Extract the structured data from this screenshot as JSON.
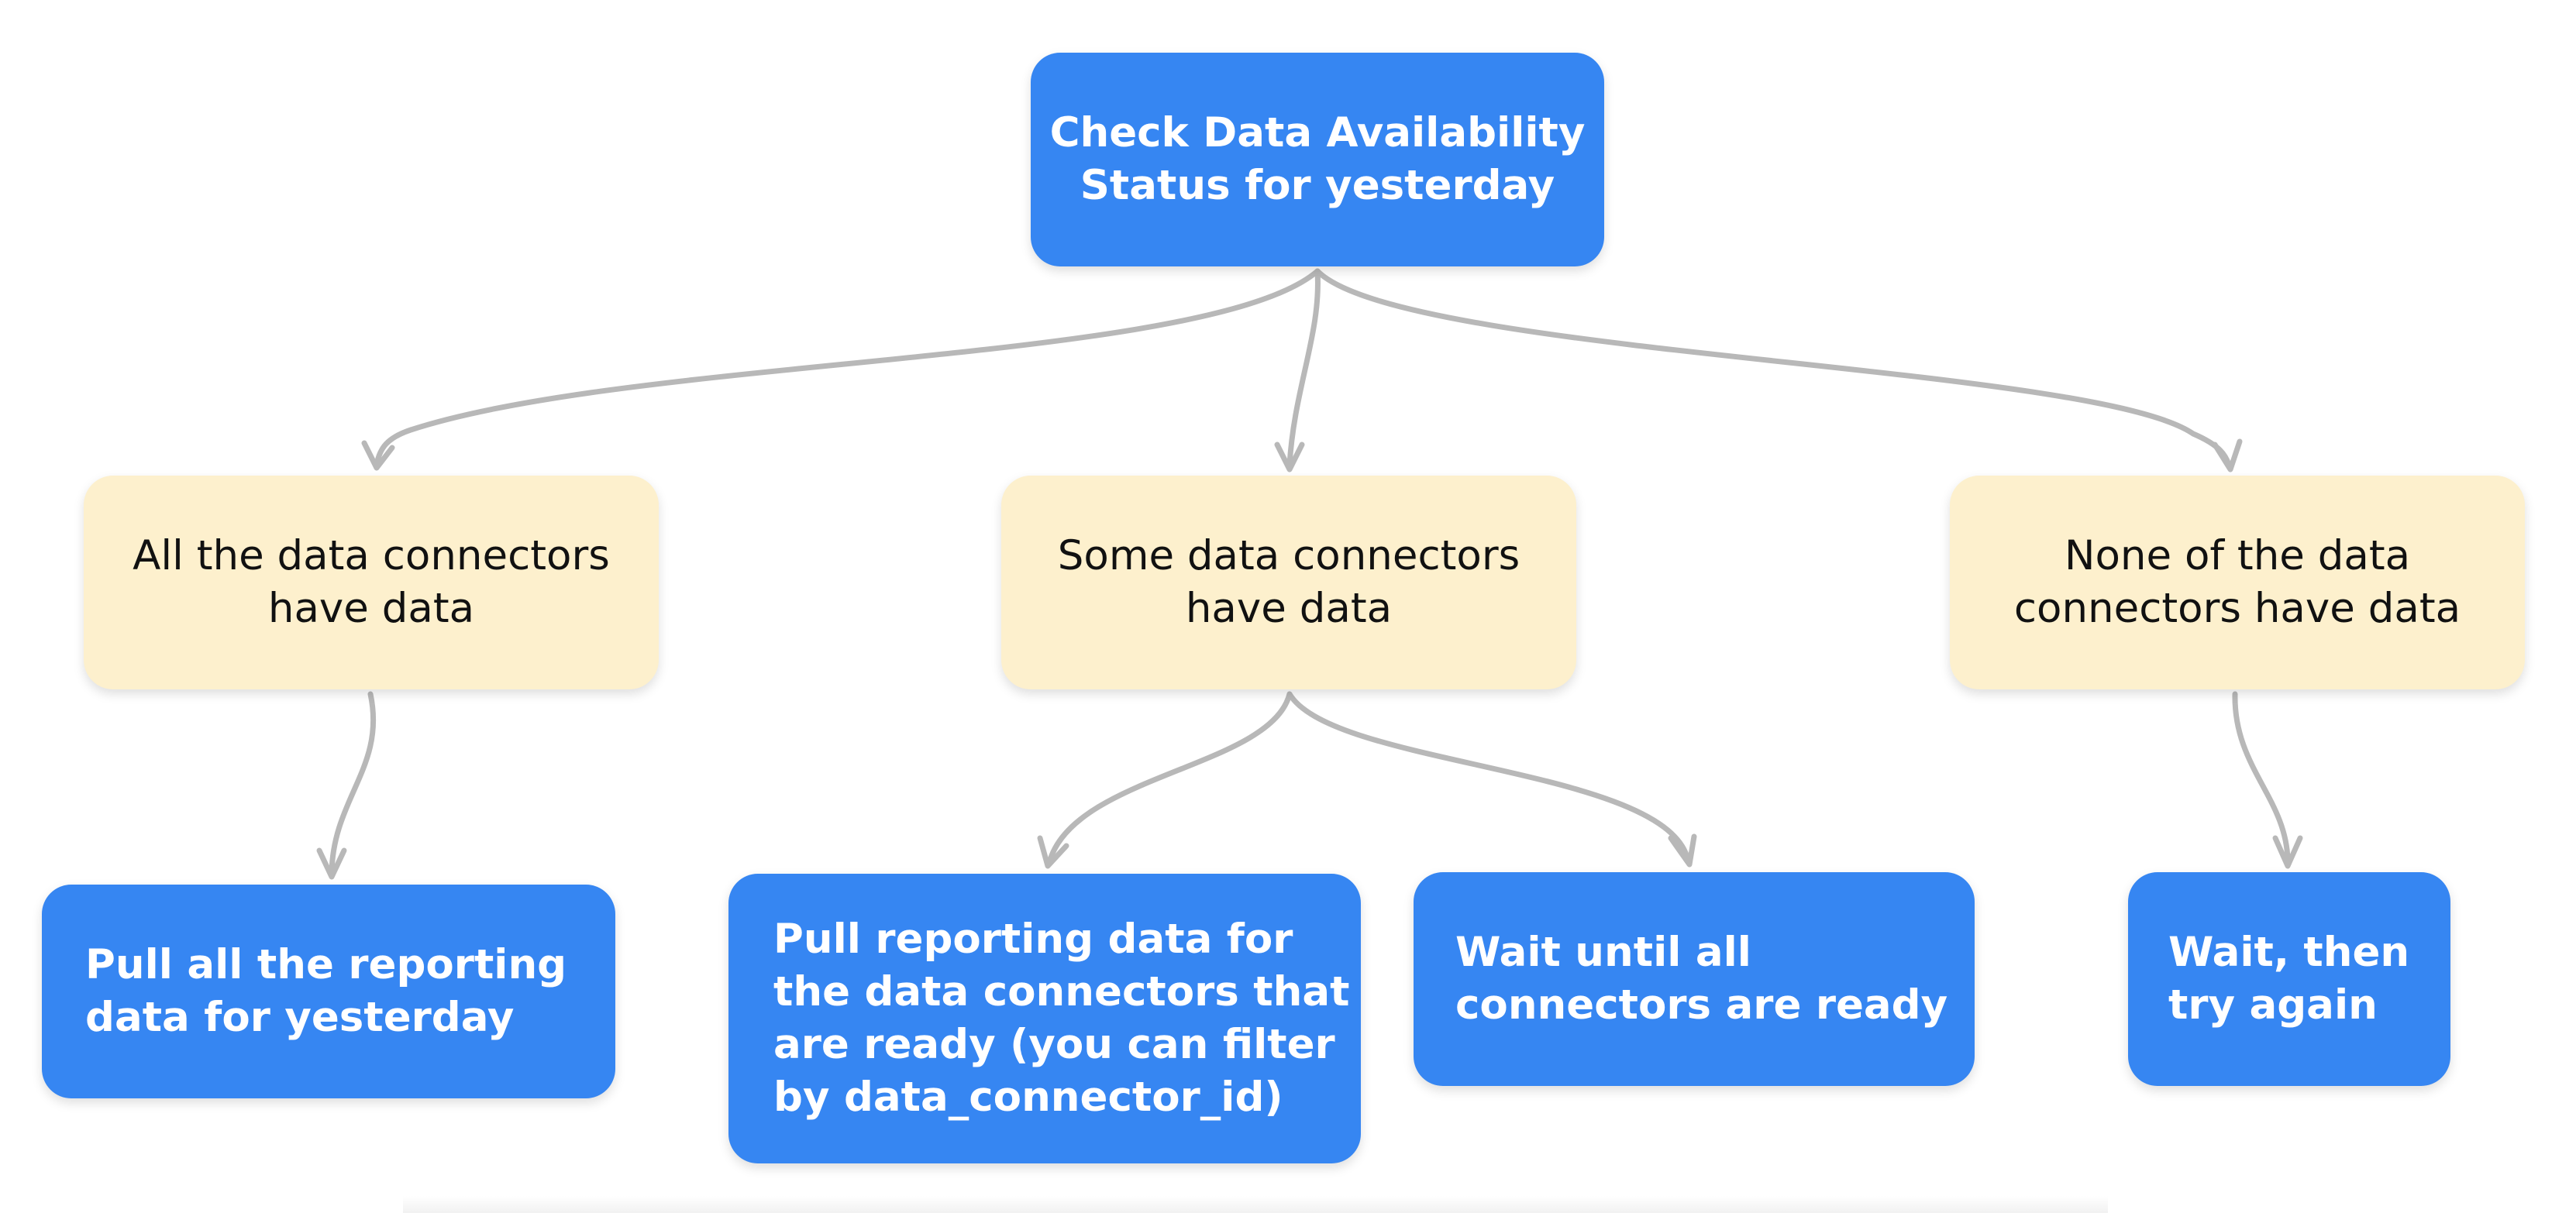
{
  "diagram": {
    "nodes": {
      "root": {
        "text": "Check Data Availability\nStatus for yesterday"
      },
      "all_have_data": {
        "text": "All the data connectors\nhave data"
      },
      "some_have_data": {
        "text": "Some data connectors\nhave data"
      },
      "none_have_data": {
        "text": "None of the data\nconnectors have data"
      },
      "pull_all": {
        "text": "Pull all the reporting\ndata for yesterday"
      },
      "pull_ready": {
        "text": "Pull reporting data for\nthe data connectors that\nare ready (you can filter\nby data_connector_id)"
      },
      "wait_all_ready": {
        "text": "Wait until all\nconnectors are ready"
      },
      "wait_try_again": {
        "text": "Wait, then\ntry again"
      }
    },
    "colors": {
      "action_fill": "#3686f2",
      "condition_fill": "#fdf0cd",
      "connector_stroke": "#b8b8b8"
    }
  }
}
